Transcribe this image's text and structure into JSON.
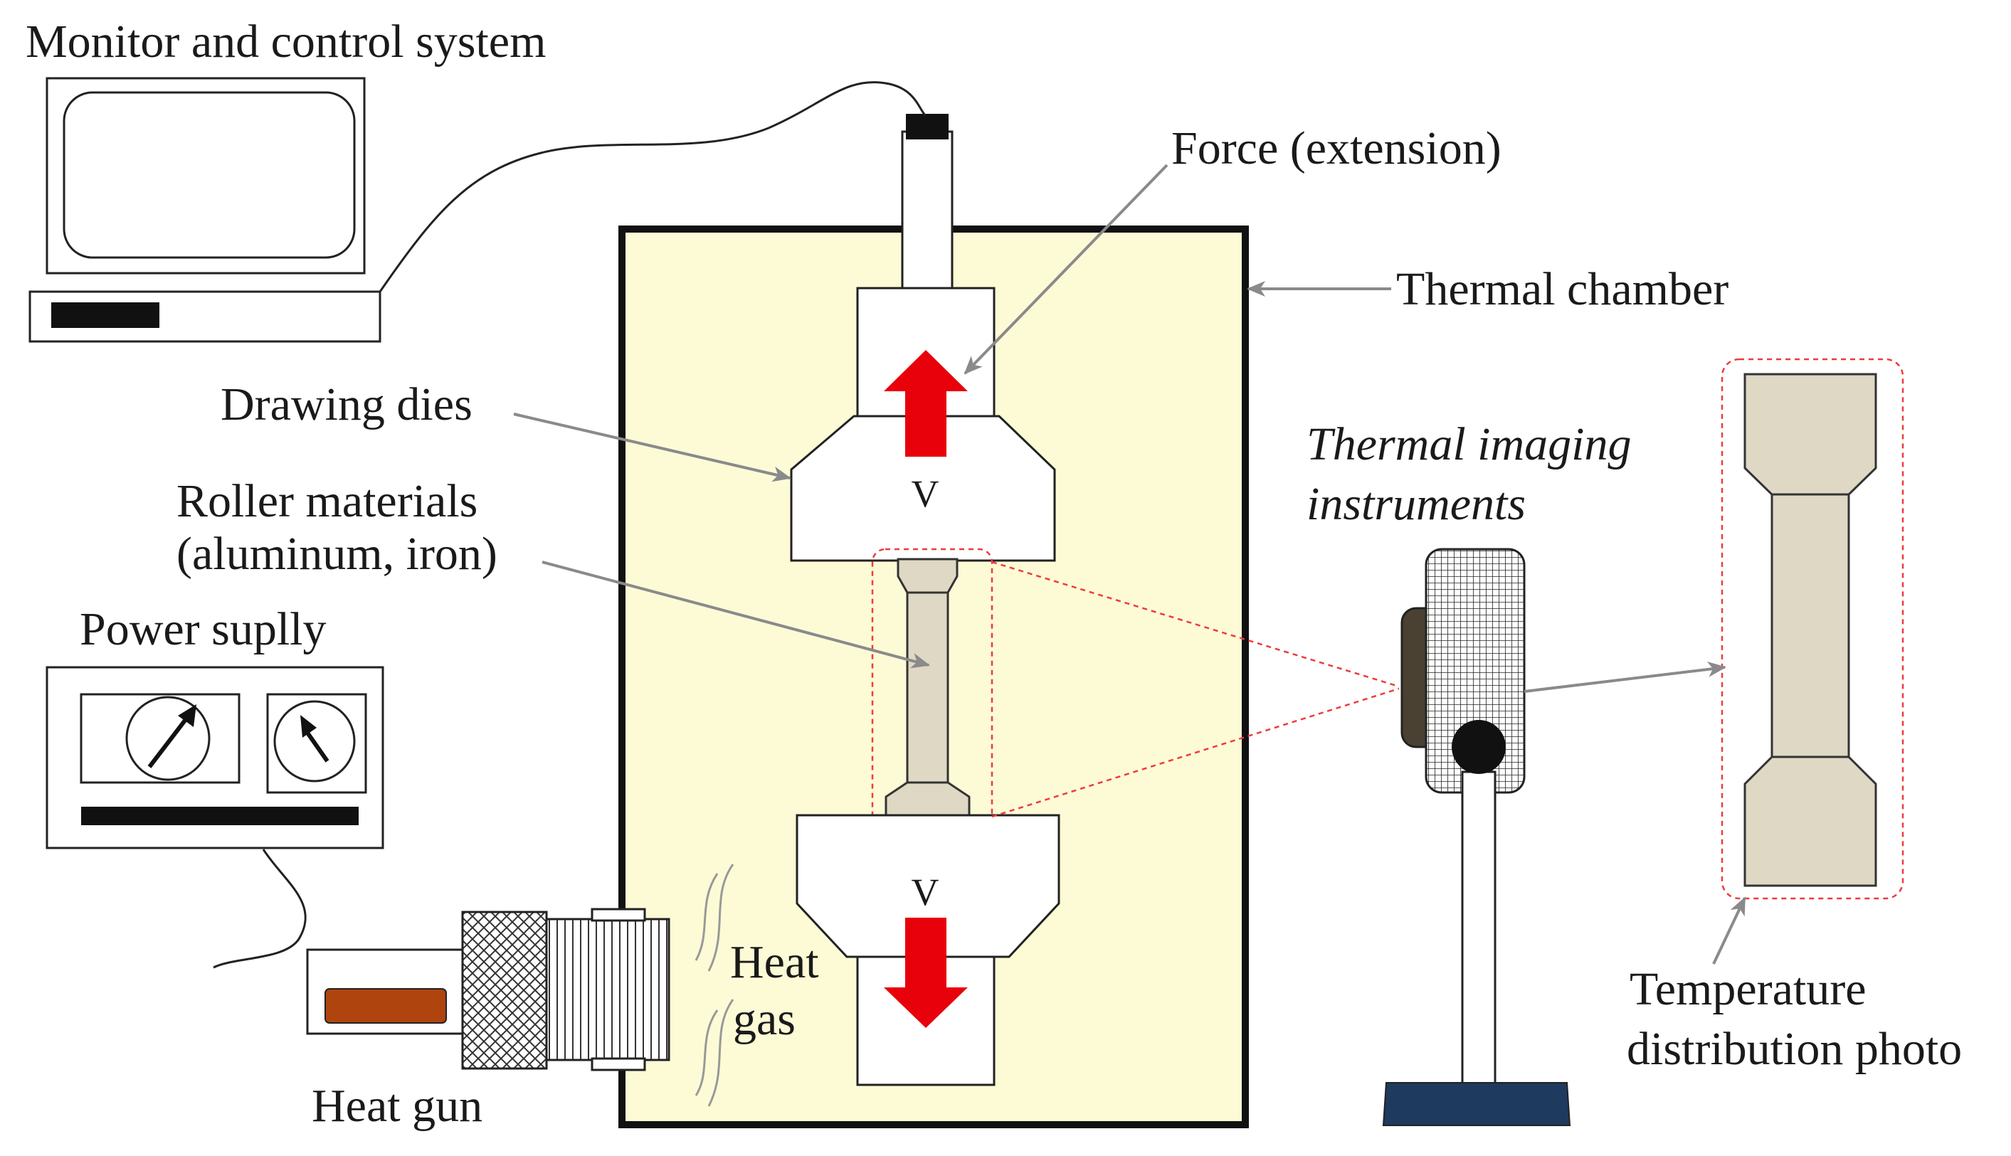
{
  "labels": {
    "monitor": "Monitor and control system",
    "force": "Force (extension)",
    "chamber": "Thermal chamber",
    "dies": "Drawing dies",
    "roller_1": "Roller materials",
    "roller_2": "(aluminum, iron)",
    "power": "Power suplly",
    "imaging_1": "Thermal imaging",
    "imaging_2": "instruments",
    "heat_gas_1": "Heat",
    "heat_gas_2": "gas",
    "heat_gun": "Heat gun",
    "temp_1": "Temperature",
    "temp_2": "distribution photo",
    "v_top": "V",
    "v_bottom": "V"
  },
  "colors": {
    "chamber_fill": "#fdfbd6",
    "arrow_red": "#e8000b",
    "specimen": "#ded8c4",
    "leader_gray": "#8a8a8a",
    "dashed_red": "#ee3b3b",
    "heat_gun_window": "#b0440e",
    "camera_side": "#4a4133",
    "stand_base": "#1e3a5f"
  },
  "icons": [
    "monitor-icon",
    "power-supply-icon",
    "heat-gun-icon",
    "thermal-camera-icon"
  ]
}
